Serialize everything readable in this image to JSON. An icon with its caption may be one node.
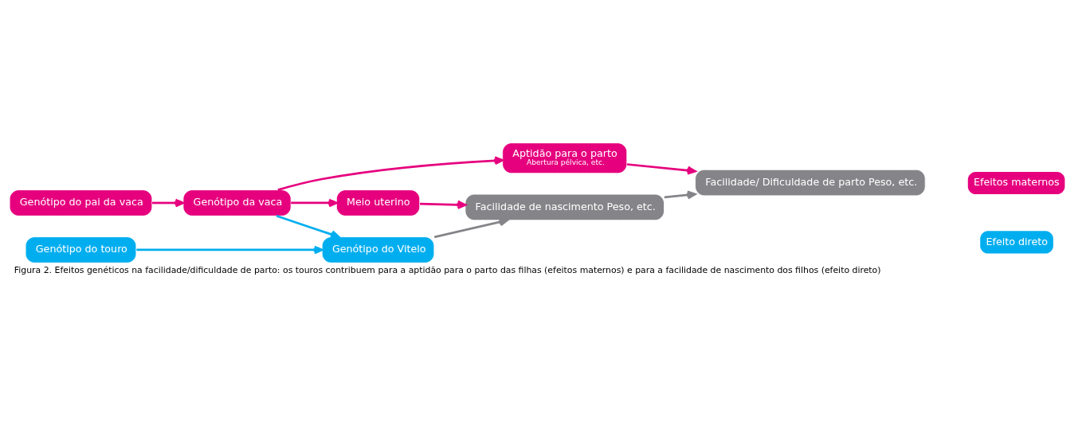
{
  "diagram": {
    "caption": "Figura 2. Efeitos genéticos na facilidade/dificuldade de parto: os touros contribuem para a aptidão para o parto das filhas (efeitos maternos) e para a facilidade de nascimento dos filhos (efeito direto)",
    "nodes": [
      {
        "text": [
          "Genótipo do pai da vaca"
        ]
      },
      {
        "text": [
          "Genótipo da vaca"
        ]
      },
      {
        "text": [
          "Aptidão para o parto",
          "Abertura pélvica, etc."
        ]
      },
      {
        "text": [
          "Meio uterino"
        ]
      },
      {
        "text": [
          "Genótipo do touro"
        ]
      },
      {
        "text": [
          "Genótipo do Vitelo"
        ]
      },
      {
        "text": [
          "Facilidade de nascimento Peso, etc."
        ]
      },
      {
        "text": [
          "Facilidade/ Dificuldade de parto Peso, etc."
        ]
      }
    ],
    "edges": [
      {
        "from": 0,
        "to": 1,
        "arrow": "to"
      },
      {
        "from": 1,
        "to": 2,
        "arrow": "to"
      },
      {
        "from": 1,
        "to": 3,
        "arrow": "to"
      },
      {
        "from": 1,
        "to": 5,
        "arrow": "to",
        "color": "#00aeef"
      },
      {
        "from": 4,
        "to": 5,
        "arrow": "to",
        "color": "#00aeef"
      },
      {
        "from": 5,
        "to": 6,
        "arrow": "to",
        "color": "#858589"
      },
      {
        "from": 3,
        "to": 6,
        "arrow": "to"
      },
      {
        "from": 2,
        "to": 7,
        "arrow": "to"
      },
      {
        "from": 6,
        "to": 7,
        "arrow": "to",
        "color": "#858589"
      }
    ],
    "legend": [
      {
        "text": "Efeitos maternos",
        "color": "#e6007e"
      },
      {
        "text": "Efeito direto",
        "color": "#00aeef"
      }
    ]
  }
}
